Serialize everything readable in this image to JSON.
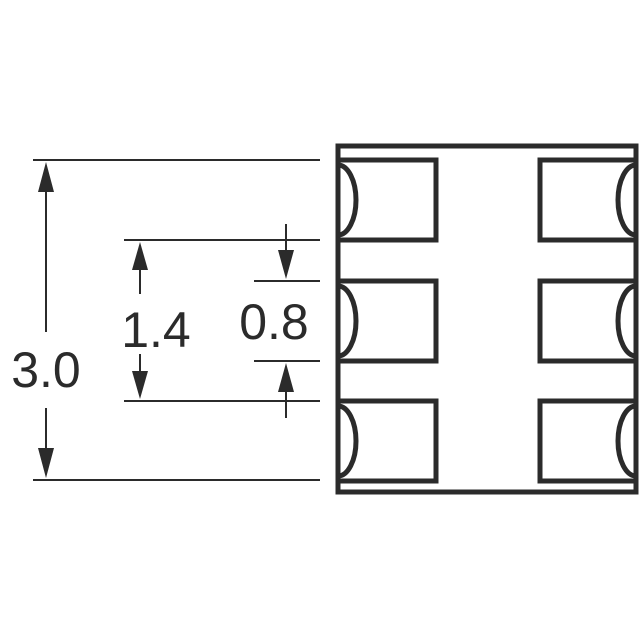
{
  "dimensions": {
    "overall_height": "3.0",
    "pad_pitch": "1.4",
    "pad_width": "0.8"
  },
  "package": {
    "pads_per_side": 3,
    "pad_columns": 2
  }
}
